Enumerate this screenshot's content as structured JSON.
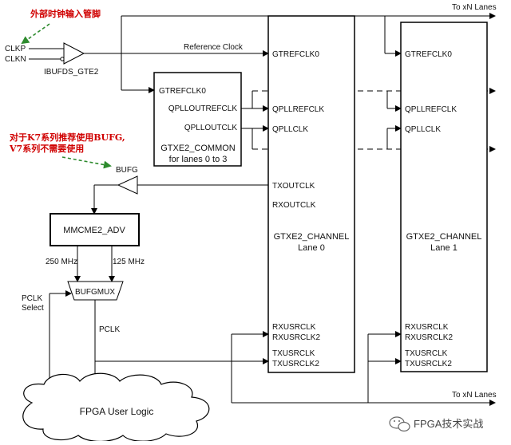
{
  "colors": {
    "line": "#000000",
    "note": "#d00000",
    "arrow_note": "#2e8b2e",
    "dash": "#000000"
  },
  "annotations": {
    "note_top": "外部时钟输入管脚",
    "note_mid_1": "对于K7系列推荐使用BUFG,",
    "note_mid_2": "V7系列不需要使用"
  },
  "inputs": {
    "clkp": "CLKP",
    "clkn": "CLKN",
    "ibufds": "IBUFDS_GTE2"
  },
  "wires": {
    "reference_clock": "Reference Clock",
    "pclk": "PCLK",
    "pclk_select_1": "PCLK",
    "pclk_select_2": "Select"
  },
  "lanes_top": "To xN Lanes",
  "lanes_bottom": "To xN Lanes",
  "common": {
    "gtrefclk0": "GTREFCLK0",
    "qplloutrefclk": "QPLLOUTREFCLK",
    "qplloutclk": "QPLLOUTCLK",
    "name": "GTXE2_COMMON",
    "sub": "for lanes 0 to 3"
  },
  "bufg": "BUFG",
  "mmcm": {
    "name": "MMCME2_ADV",
    "out250": "250 MHz",
    "out125": "125 MHz"
  },
  "bufgmux": "BUFGMUX",
  "channel0": {
    "gtrefclk0": "GTREFCLK0",
    "qpllrefclk": "QPLLREFCLK",
    "qpllclk": "QPLLCLK",
    "txoutclk": "TXOUTCLK",
    "rxoutclk": "RXOUTCLK",
    "name": "GTXE2_CHANNEL",
    "lane": "Lane 0",
    "rxusrclk": "RXUSRCLK",
    "rxusrclk2": "RXUSRCLK2",
    "txusrclk": "TXUSRCLK",
    "txusrclk2": "TXUSRCLK2"
  },
  "channel1": {
    "gtrefclk0": "GTREFCLK0",
    "qpllrefclk": "QPLLREFCLK",
    "qpllclk": "QPLLCLK",
    "name": "GTXE2_CHANNEL",
    "lane": "Lane 1",
    "rxusrclk": "RXUSRCLK",
    "rxusrclk2": "RXUSRCLK2",
    "txusrclk": "TXUSRCLK",
    "txusrclk2": "TXUSRCLK2"
  },
  "user_logic": "FPGA User Logic",
  "watermark": "FPGA技术实战",
  "watermark_icon": "wechat-icon"
}
